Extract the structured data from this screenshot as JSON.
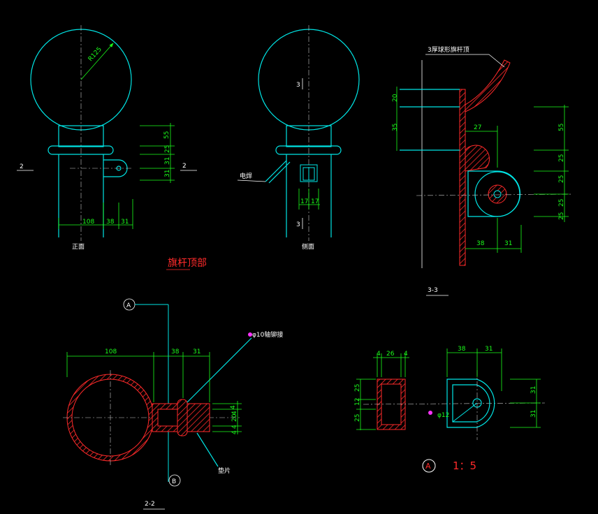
{
  "drawing_title": "旗杆顶部",
  "views": {
    "front": {
      "name": "正面",
      "radius": "R125",
      "section_left": "2",
      "section_right": "2",
      "dims_bottom": [
        "108",
        "38",
        "31"
      ],
      "dims_right": [
        "55",
        "25",
        "31",
        "31"
      ]
    },
    "side": {
      "name": "侧面",
      "weld": "电焊",
      "section_top": "3",
      "section_bottom": "3",
      "dims_bottom": [
        "17",
        "17"
      ]
    },
    "section33": {
      "title": "3-3",
      "top_note": "3厚球形旗杆顶",
      "dims_left": [
        "20",
        "35"
      ],
      "dim_mid": "27",
      "dims_right": [
        "55",
        "25",
        "25",
        "25",
        "25"
      ],
      "dims_bottom": [
        "38",
        "31"
      ]
    },
    "section22": {
      "title": "2-2",
      "axis_a": "A",
      "axis_b": "B",
      "rivet": "φ10轴铆接",
      "washer": "垫片",
      "dims_top": [
        "108",
        "38",
        "31"
      ],
      "dims_right": [
        "4",
        "4",
        "20",
        "4",
        "4"
      ]
    },
    "detailA": {
      "marker": "A",
      "scale": "1：5",
      "dims_top_left": [
        "4",
        "26",
        "4"
      ],
      "dims_left": [
        "25",
        "12",
        "25"
      ],
      "dims_top_right": [
        "38",
        "31"
      ],
      "dims_right": [
        "31",
        "31"
      ],
      "hole": "φ12"
    }
  },
  "colors": {
    "background": "#000000",
    "outline": "#00e5e5",
    "dimension": "#1bff1b",
    "section": "#ff2a2a",
    "title": "#ff2a2a"
  }
}
